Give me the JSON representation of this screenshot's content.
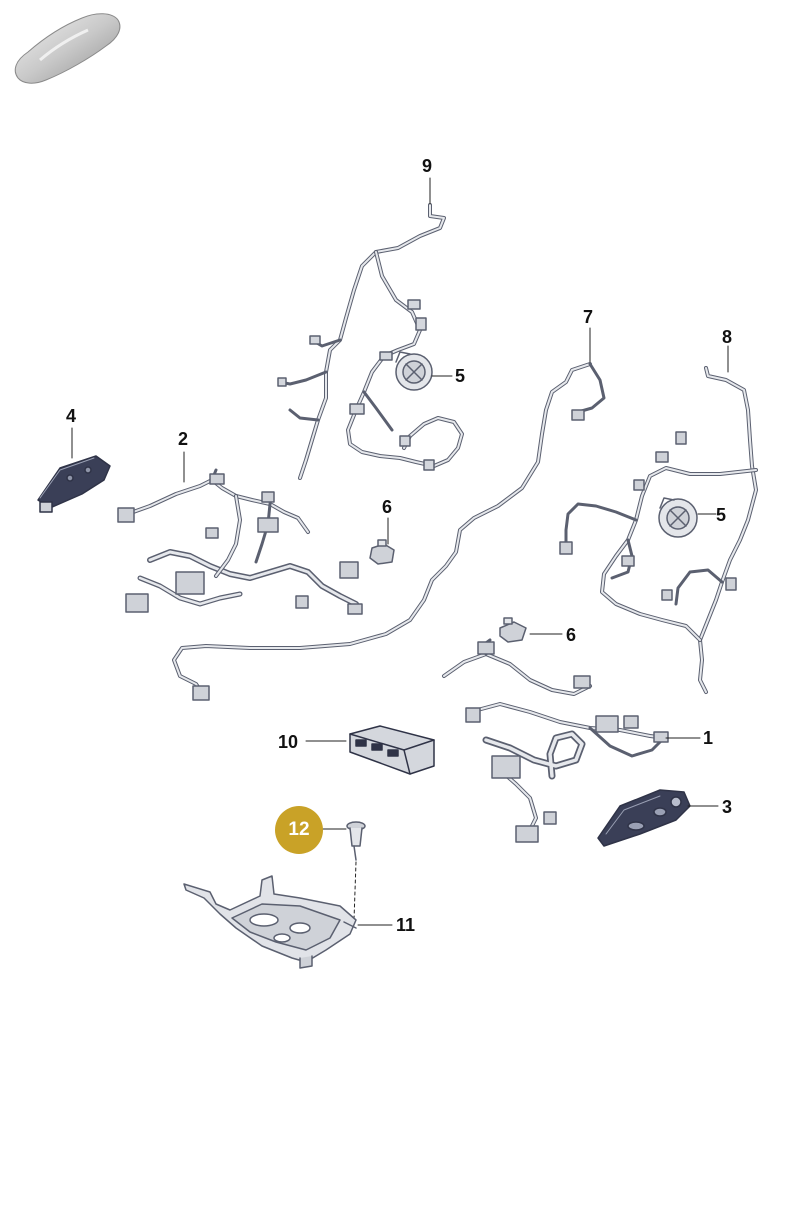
{
  "colors": {
    "part_outline": "#555a66",
    "part_fill": "#e4e6ea",
    "part_dark": "#2f3347",
    "leader": "#222222",
    "highlight_badge": "#c9a227",
    "car_fill": "#c9c9c9"
  },
  "icons": {
    "vehicle_thumbnail": "car-silhouette-icon"
  },
  "callouts": [
    {
      "id": "c9",
      "number": "9"
    },
    {
      "id": "c5a",
      "number": "5"
    },
    {
      "id": "c7",
      "number": "7"
    },
    {
      "id": "c8",
      "number": "8"
    },
    {
      "id": "c4",
      "number": "4"
    },
    {
      "id": "c2",
      "number": "2"
    },
    {
      "id": "c6a",
      "number": "6"
    },
    {
      "id": "c5b",
      "number": "5"
    },
    {
      "id": "c6b",
      "number": "6"
    },
    {
      "id": "c10",
      "number": "10"
    },
    {
      "id": "c1",
      "number": "1"
    },
    {
      "id": "c3",
      "number": "3"
    },
    {
      "id": "c11",
      "number": "11"
    }
  ],
  "highlighted_callout": {
    "number": "12"
  }
}
